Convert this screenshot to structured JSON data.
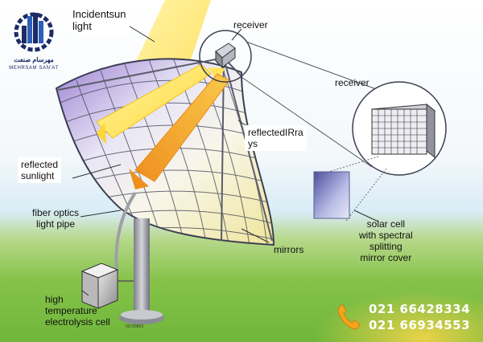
{
  "labels": {
    "incident_sunlight": "Incidentsun\nlight",
    "receiver_top": "receiver",
    "receiver_right": "receiver",
    "reflected_ir_rays": "reflectedIRra\nys",
    "reflected_sunlight": "reflected\nsunlight",
    "fiber_optics": "fiber optics\nlight pipe",
    "mirrors": "mirrors",
    "solar_cell": "solar cell\nwith spectral\nsplitting\nmirror cover",
    "electrolysis_cell": "high\ntemperature\nelectrolysis cell",
    "serial_code": "03725803"
  },
  "logo": {
    "name_fa": "مهرسام صنعت",
    "name_en": "MEHRSAM SAN'AT",
    "icon": "factory-gear-logo-icon",
    "color": "#1c2b66"
  },
  "contact": {
    "icon": "phone-icon",
    "phones": [
      "021 66428334",
      "021 66934553"
    ],
    "icon_color": "#f7a21b"
  },
  "colors": {
    "sky_top": "#ffffff",
    "sky_bottom": "#cfe6f4",
    "grass": "#7cbc3c",
    "beam_yellow": "#ffe35a",
    "beam_orange": "#f3a528",
    "mirror_frame": "#3b3f52"
  }
}
